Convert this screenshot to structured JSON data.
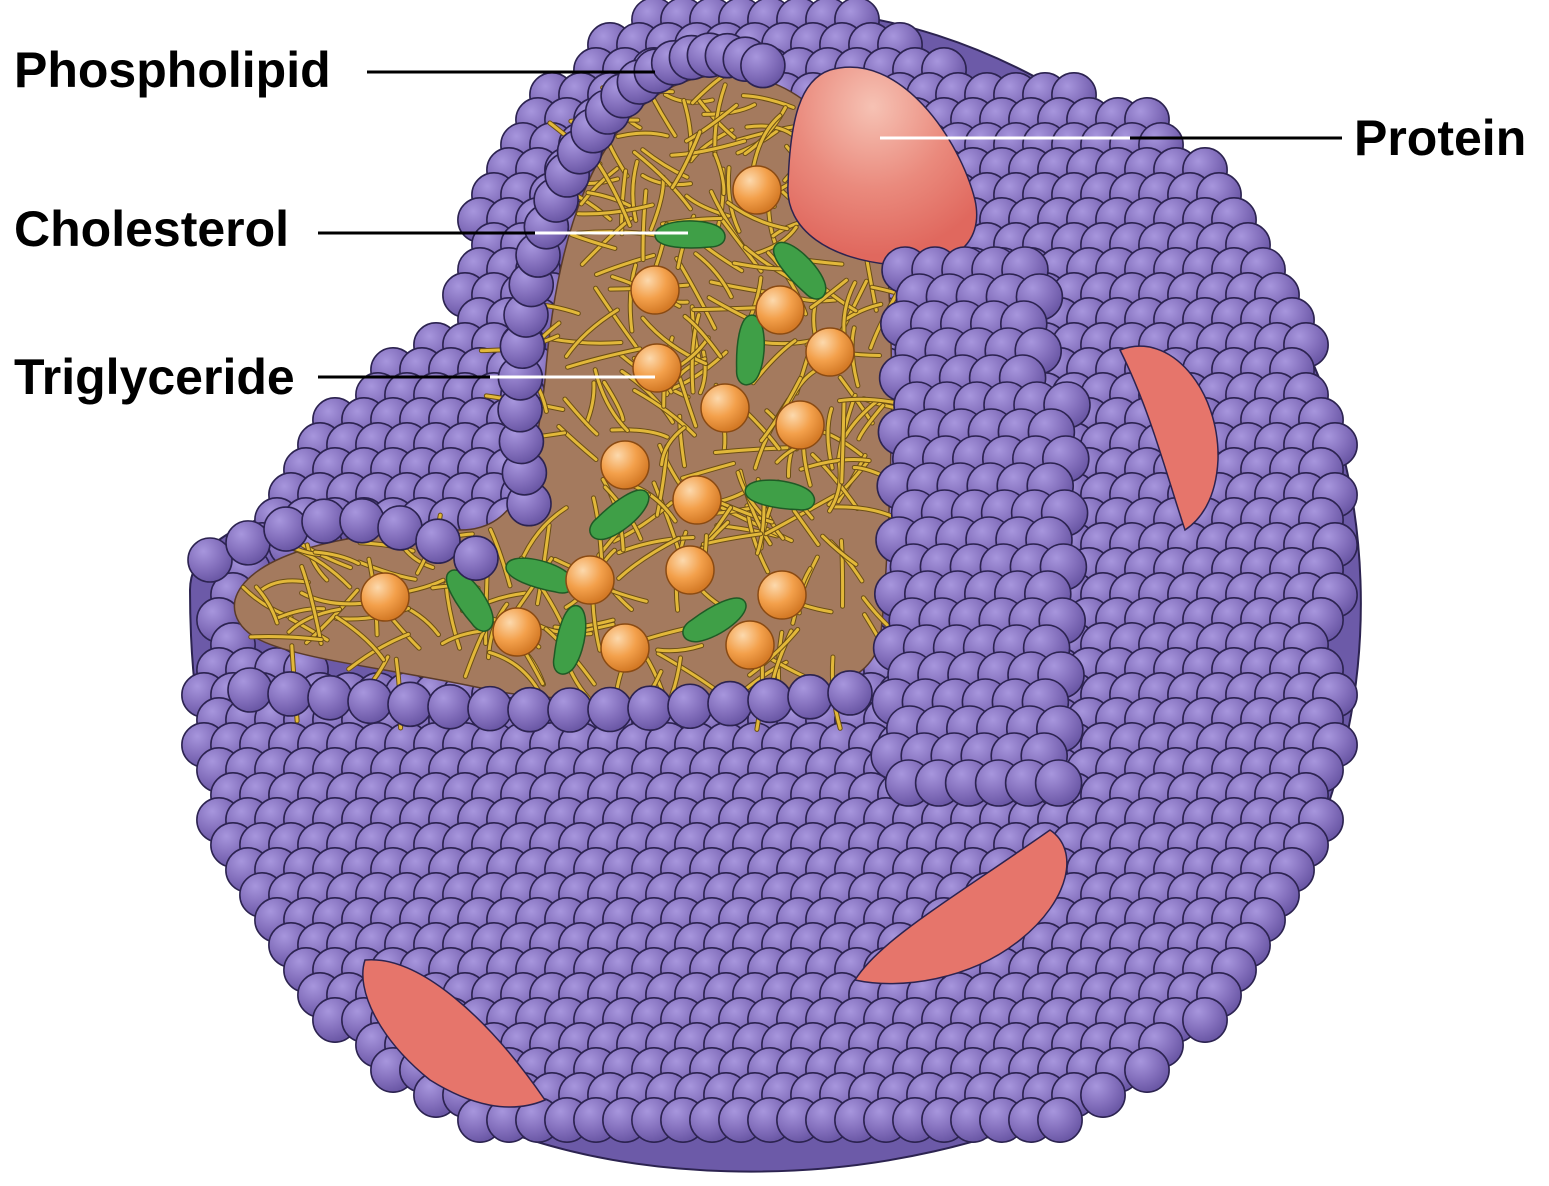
{
  "labels": {
    "phospholipid": "Phospholipid",
    "cholesterol": "Cholesterol",
    "triglyceride": "Triglyceride",
    "protein": "Protein"
  },
  "colors": {
    "phospholipid_head": "#8470bd",
    "phospholipid_tail": "#e2b83a",
    "core": "#a47a5e",
    "cholesterol": "#3f9f47",
    "triglyceride": "#f19a45",
    "protein": "#e6756b"
  }
}
